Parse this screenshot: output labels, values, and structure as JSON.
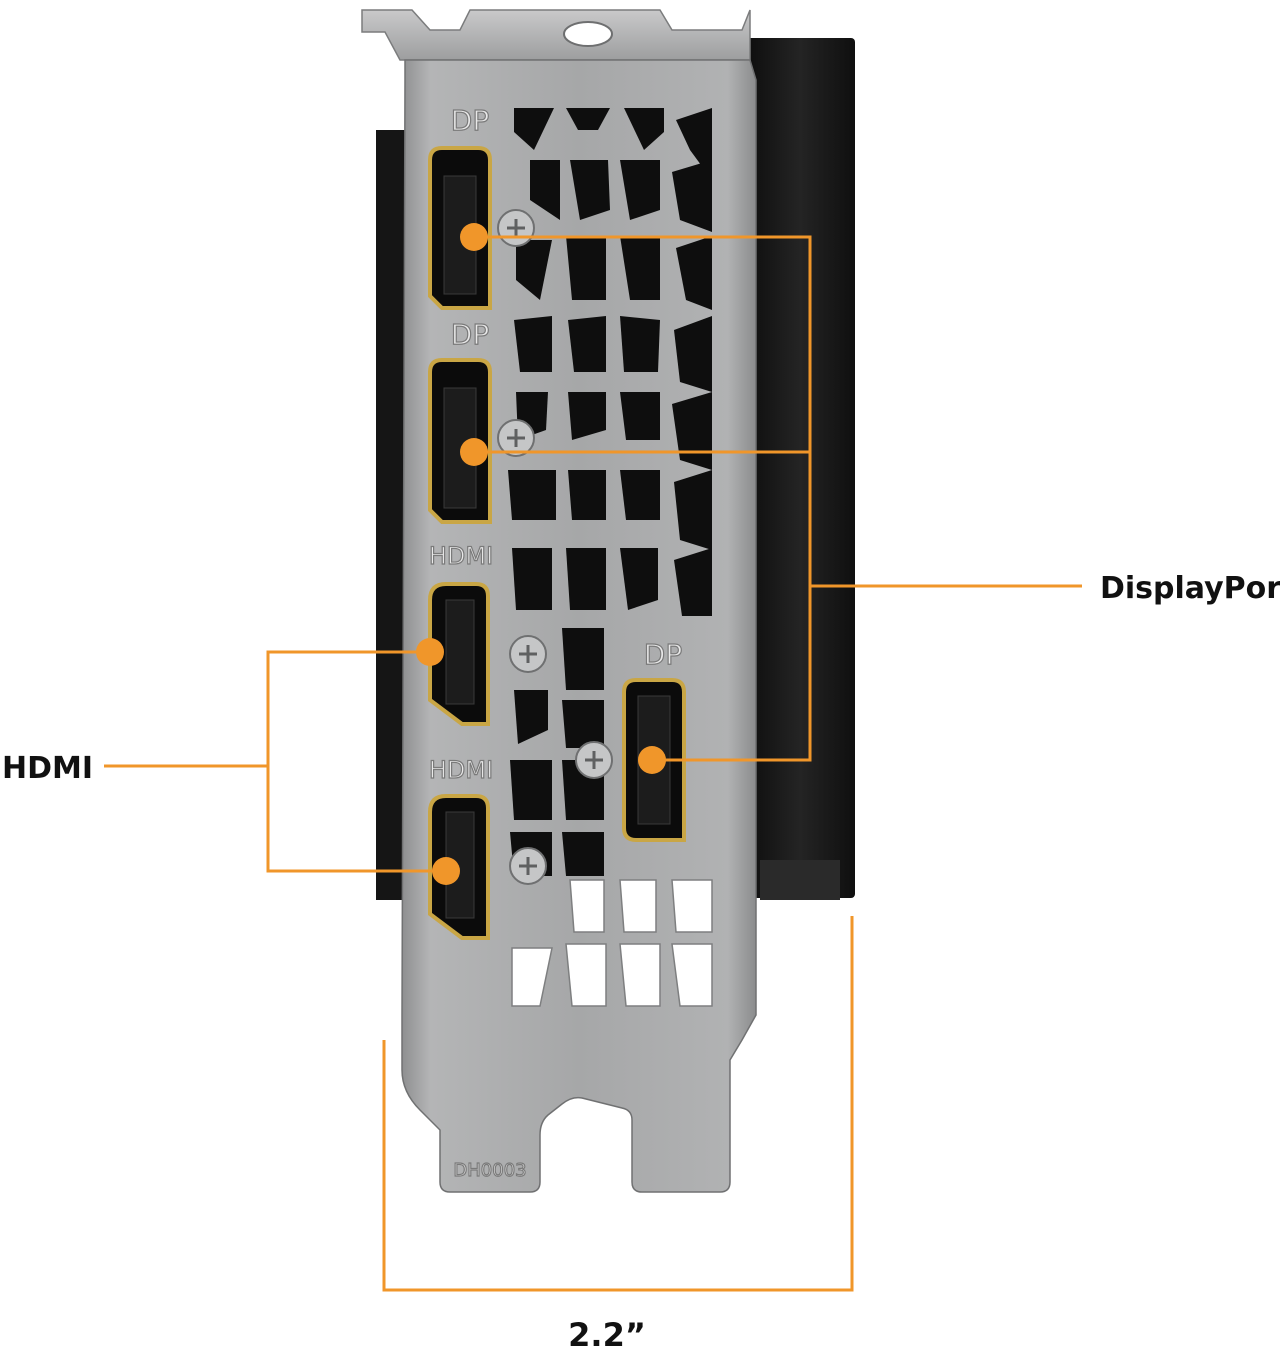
{
  "colors": {
    "accent": "#f0962a",
    "bracket": "#a9aaab",
    "connector_gold": "#c9a645",
    "heatsink": "#171717",
    "background": "#ffffff"
  },
  "bracket_labels": {
    "dp_1": "DP",
    "dp_2": "DP",
    "hdmi_1": "HDMI",
    "hdmi_2": "HDMI",
    "dp_3": "DP",
    "part_code": "DH0003"
  },
  "callouts": {
    "displayport": "DisplayPort",
    "hdmi": "HDMI"
  },
  "dimension": {
    "width_label": "2.2”"
  },
  "icons": [
    "screw-icon"
  ]
}
